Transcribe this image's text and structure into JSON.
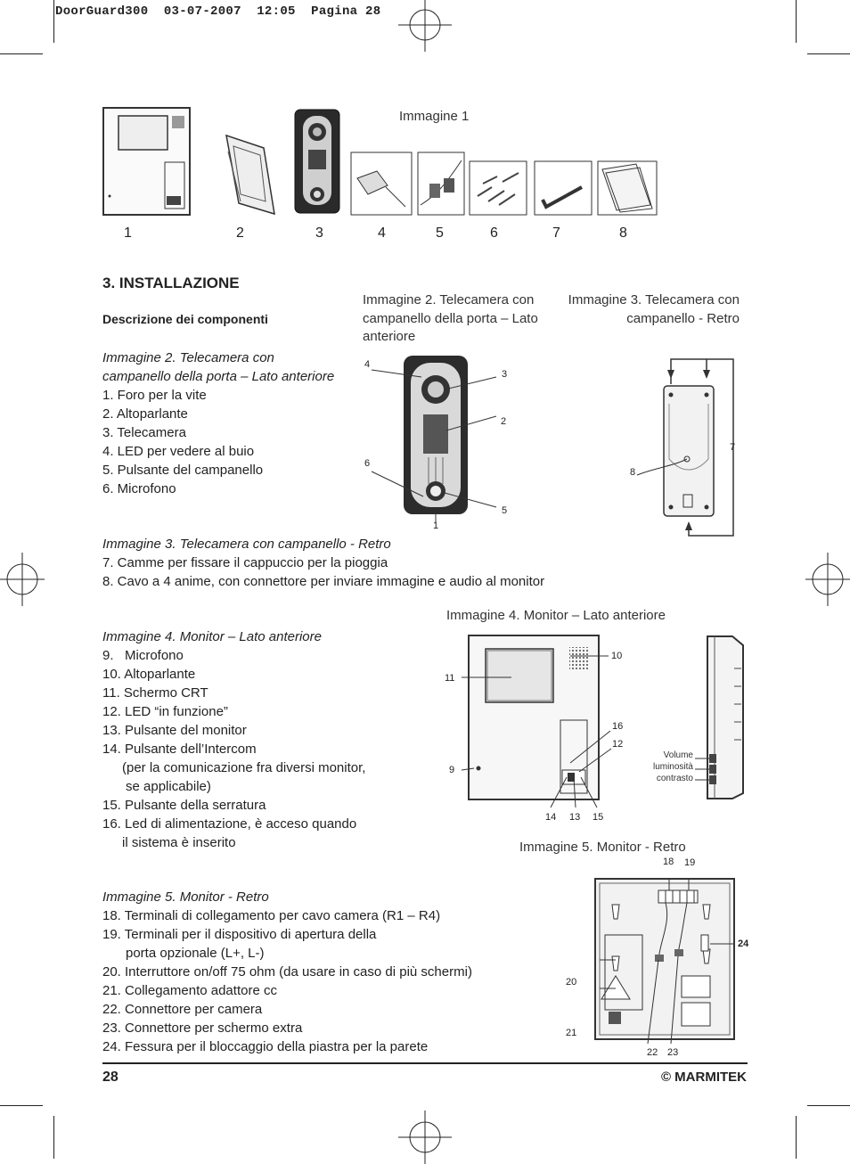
{
  "header": "DoorGuard300  03-07-2007  12:05  Pagina 28",
  "fig1": {
    "caption": "Immagine 1",
    "numbers": [
      "1",
      "2",
      "3",
      "4",
      "5",
      "6",
      "7",
      "8"
    ]
  },
  "section_title": "3. INSTALLAZIONE",
  "subtitle": "Descrizione dei componenti",
  "block2": {
    "heading_line1": "Immagine 2. Telecamera con",
    "heading_line2": "campanello della porta – Lato anteriore",
    "items": [
      "1. Foro per la vite",
      "2. Altoparlante",
      "3. Telecamera",
      "4. LED per vedere al buio",
      "5. Pulsante del campanello",
      "6. Microfono"
    ]
  },
  "fig2": {
    "caption_lines": [
      "Immagine 2. Telecamera con",
      "campanello della porta – Lato",
      "anteriore"
    ],
    "labels": [
      "4",
      "3",
      "2",
      "6",
      "5",
      "1"
    ]
  },
  "fig3": {
    "caption_lines": [
      "Immagine 3. Telecamera con",
      "campanello - Retro"
    ],
    "labels": [
      "7",
      "8"
    ]
  },
  "block3": {
    "heading": "Immagine 3. Telecamera con campanello - Retro",
    "items": [
      "7. Camme per fissare il cappuccio per la pioggia",
      "8. Cavo a 4 anime, con connettore per inviare immagine e audio al monitor"
    ]
  },
  "fig4": {
    "caption": "Immagine 4. Monitor – Lato anteriore",
    "labels": [
      "10",
      "11",
      "16",
      "12",
      "9",
      "14",
      "13",
      "15"
    ],
    "side_labels": [
      "Volume",
      "luminosità",
      "contrasto"
    ]
  },
  "block4": {
    "heading": "Immagine 4. Monitor – Lato anteriore",
    "items": [
      "9.   Microfono",
      "10. Altoparlante",
      "11. Schermo CRT",
      "12. LED “in funzione”",
      "13. Pulsante del monitor",
      "14. Pulsante dell’Intercom",
      "(per la comunicazione fra diversi monitor,",
      "se applicabile)",
      "15. Pulsante della serratura",
      "16. Led di alimentazione, è acceso quando",
      "il sistema è inserito"
    ]
  },
  "fig5": {
    "caption": "Immagine 5. Monitor - Retro",
    "labels": [
      "18",
      "19",
      "24",
      "20",
      "21",
      "22",
      "23"
    ]
  },
  "block5": {
    "heading": "Immagine 5. Monitor - Retro",
    "items": [
      "18. Terminali di collegamento per cavo camera (R1 – R4)",
      "19. Terminali per il dispositivo di apertura della",
      "porta opzionale (L+, L-)",
      "20. Interruttore on/off 75 ohm (da usare in caso di più schermi)",
      "21. Collegamento adattore cc",
      "22. Connettore per camera",
      "23. Connettore per schermo extra",
      "24. Fessura per il bloccaggio della piastra per la parete"
    ]
  },
  "footer": {
    "page_number": "28",
    "brand": "© MARMITEK"
  }
}
